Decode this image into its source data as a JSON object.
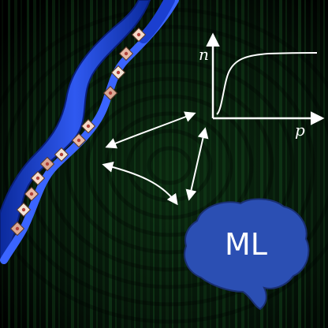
{
  "figure": {
    "graph": {
      "y_axis_letter": "n",
      "x_axis_letter": "p",
      "curve_shape": "sigmoid"
    },
    "brain": {
      "label": "ML",
      "color": "#2b4fb3"
    },
    "helix": {
      "color": "#1c3fd6"
    },
    "background": {
      "base_color": "#000000",
      "stream_color": "#1f6a2a"
    },
    "arrows": {
      "color": "#ffffff",
      "style": "double-headed"
    }
  }
}
